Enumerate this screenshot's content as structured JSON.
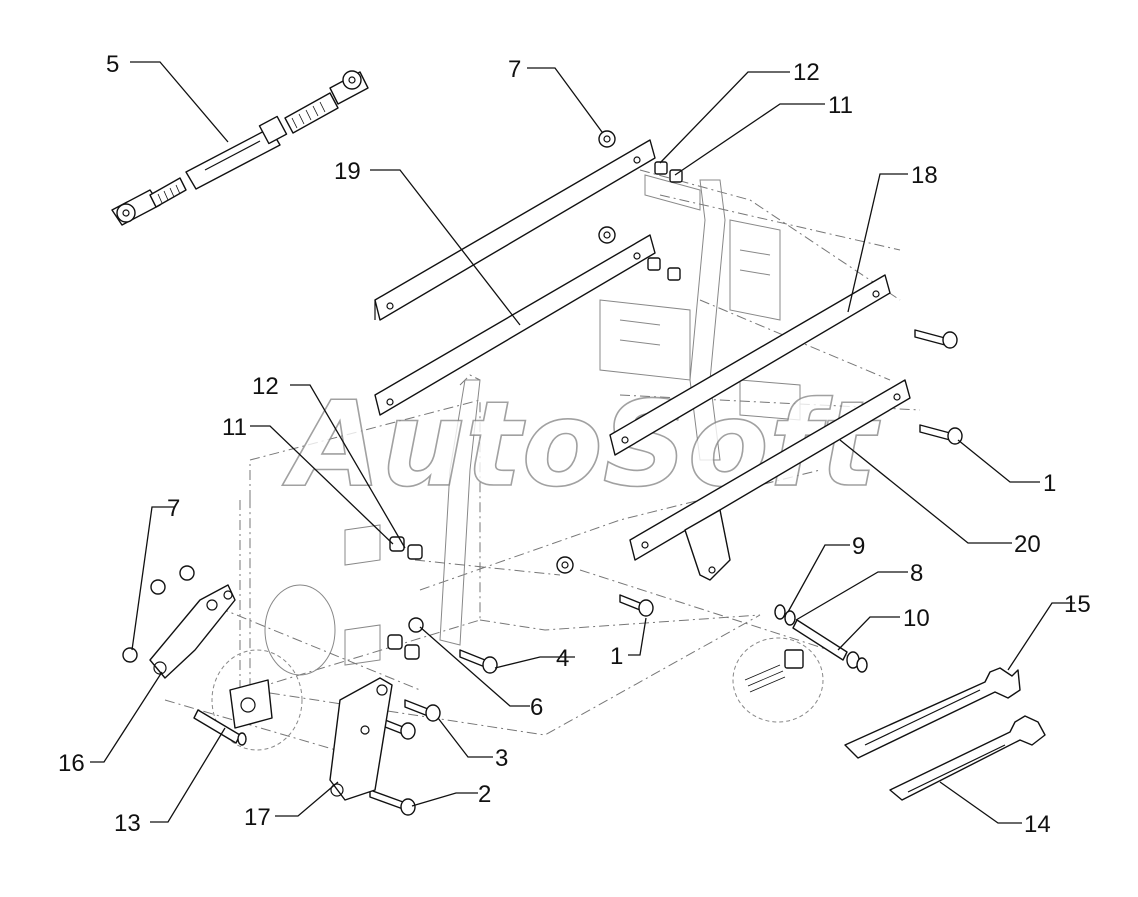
{
  "watermark": "AutoSoft",
  "callouts": [
    {
      "id": "c5",
      "text": "5"
    },
    {
      "id": "c7a",
      "text": "7"
    },
    {
      "id": "c12a",
      "text": "12"
    },
    {
      "id": "c11a",
      "text": "11"
    },
    {
      "id": "c19",
      "text": "19"
    },
    {
      "id": "c18",
      "text": "18"
    },
    {
      "id": "c12b",
      "text": "12"
    },
    {
      "id": "c11b",
      "text": "11"
    },
    {
      "id": "c1a",
      "text": "1"
    },
    {
      "id": "c20",
      "text": "20"
    },
    {
      "id": "c7b",
      "text": "7"
    },
    {
      "id": "c9",
      "text": "9"
    },
    {
      "id": "c8",
      "text": "8"
    },
    {
      "id": "c10",
      "text": "10"
    },
    {
      "id": "c15",
      "text": "15"
    },
    {
      "id": "c4",
      "text": "4"
    },
    {
      "id": "c1b",
      "text": "1"
    },
    {
      "id": "c6",
      "text": "6"
    },
    {
      "id": "c3",
      "text": "3"
    },
    {
      "id": "c16",
      "text": "16"
    },
    {
      "id": "c2",
      "text": "2"
    },
    {
      "id": "c13",
      "text": "13"
    },
    {
      "id": "c17",
      "text": "17"
    },
    {
      "id": "c14",
      "text": "14"
    }
  ]
}
